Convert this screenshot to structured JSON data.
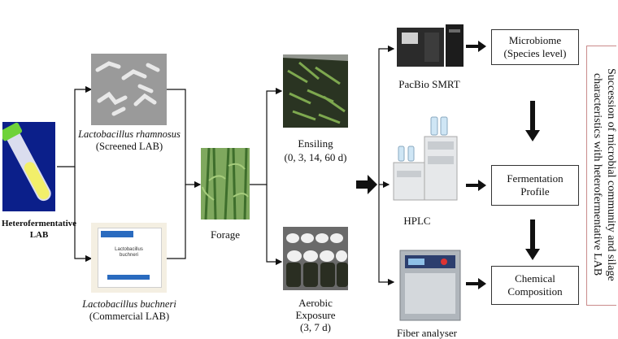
{
  "labels": {
    "hetero_lab_line1": "Heterofermentative",
    "hetero_lab_line2": "LAB",
    "rhamnosus_name": "Lactobacillus rhamnosus",
    "rhamnosus_sub": "(Screened LAB)",
    "buchneri_name": "Lactobacillus buchneri",
    "buchneri_sub": "(Commercial LAB)",
    "buchneri_pack_line1": "Lactobacillus",
    "buchneri_pack_line2": "buchneri",
    "forage": "Forage",
    "ensiling": "Ensiling",
    "ensiling_days": "(0, 3, 14, 60 d)",
    "aerobic_line1": "Aerobic",
    "aerobic_line2": "Exposure",
    "aerobic_days": "(3, 7 d)",
    "pacbio": "PacBio SMRT",
    "hplc": "HPLC",
    "fiber": "Fiber analyser"
  },
  "boxes": {
    "microbiome_line1": "Microbiome",
    "microbiome_line2": "(Species level)",
    "fermentation_line1": "Fermentation",
    "fermentation_line2": "Profile",
    "chemical_line1": "Chemical",
    "chemical_line2": "Composition"
  },
  "side_text": {
    "line1": "Succession of microbial community and silage",
    "line2": "characteristics with heterofermentative LAB"
  },
  "colors": {
    "tube_liquid": "#f2ef6a",
    "tube_cap": "#6fd23a",
    "tube_bg": "#0b1f8a",
    "forage_green": "#4f8a3a",
    "side_border": "#c98a8a"
  }
}
